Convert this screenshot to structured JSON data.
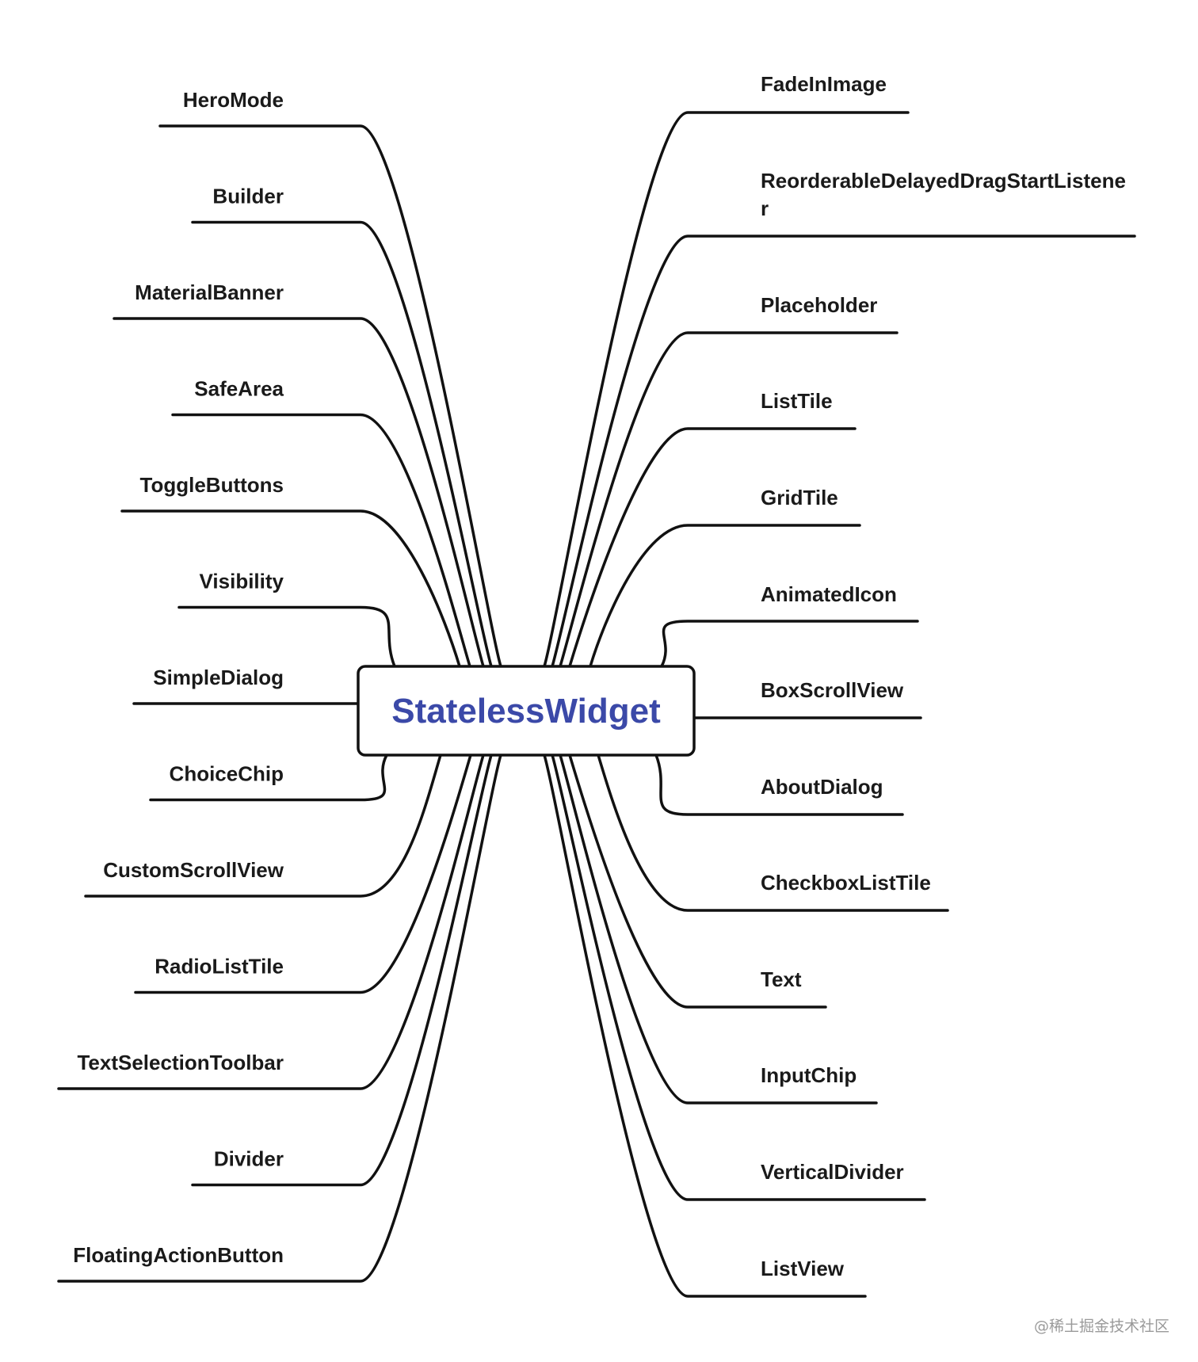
{
  "center": {
    "label": "StatelessWidget"
  },
  "left_nodes": [
    {
      "label": "HeroMode"
    },
    {
      "label": "Builder"
    },
    {
      "label": "MaterialBanner"
    },
    {
      "label": "SafeArea"
    },
    {
      "label": "ToggleButtons"
    },
    {
      "label": "Visibility"
    },
    {
      "label": "SimpleDialog"
    },
    {
      "label": "ChoiceChip"
    },
    {
      "label": "CustomScrollView"
    },
    {
      "label": "RadioListTile"
    },
    {
      "label": "TextSelectionToolbar"
    },
    {
      "label": "Divider"
    },
    {
      "label": "FloatingActionButton"
    }
  ],
  "right_nodes": [
    {
      "label": "FadeInImage"
    },
    {
      "label": "ReorderableDelayedDragStartListene",
      "label_wrap": "r"
    },
    {
      "label": "Placeholder"
    },
    {
      "label": "ListTile"
    },
    {
      "label": "GridTile"
    },
    {
      "label": "AnimatedIcon"
    },
    {
      "label": "BoxScrollView"
    },
    {
      "label": "AboutDialog"
    },
    {
      "label": "CheckboxListTile"
    },
    {
      "label": "Text"
    },
    {
      "label": "InputChip"
    },
    {
      "label": "VerticalDivider"
    },
    {
      "label": "ListView"
    }
  ],
  "watermark": "@稀土掘金技术社区",
  "colors": {
    "center_text": "#3b49a8",
    "lines": "#111111",
    "labels": "#1a1a1a",
    "watermark": "#9a9a9a"
  }
}
